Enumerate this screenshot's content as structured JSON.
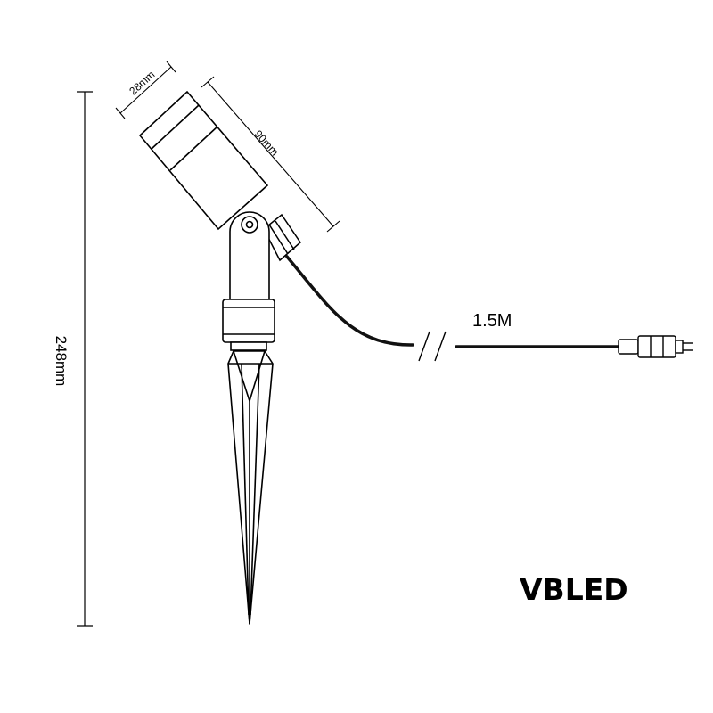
{
  "dimensions": {
    "total_height": "248mm",
    "head_diameter": "28mm",
    "head_length": "90mm",
    "cable_length": "1.5M"
  },
  "brand": {
    "name": "VBLED"
  },
  "colors": {
    "line": "#000000",
    "background": "#ffffff"
  }
}
